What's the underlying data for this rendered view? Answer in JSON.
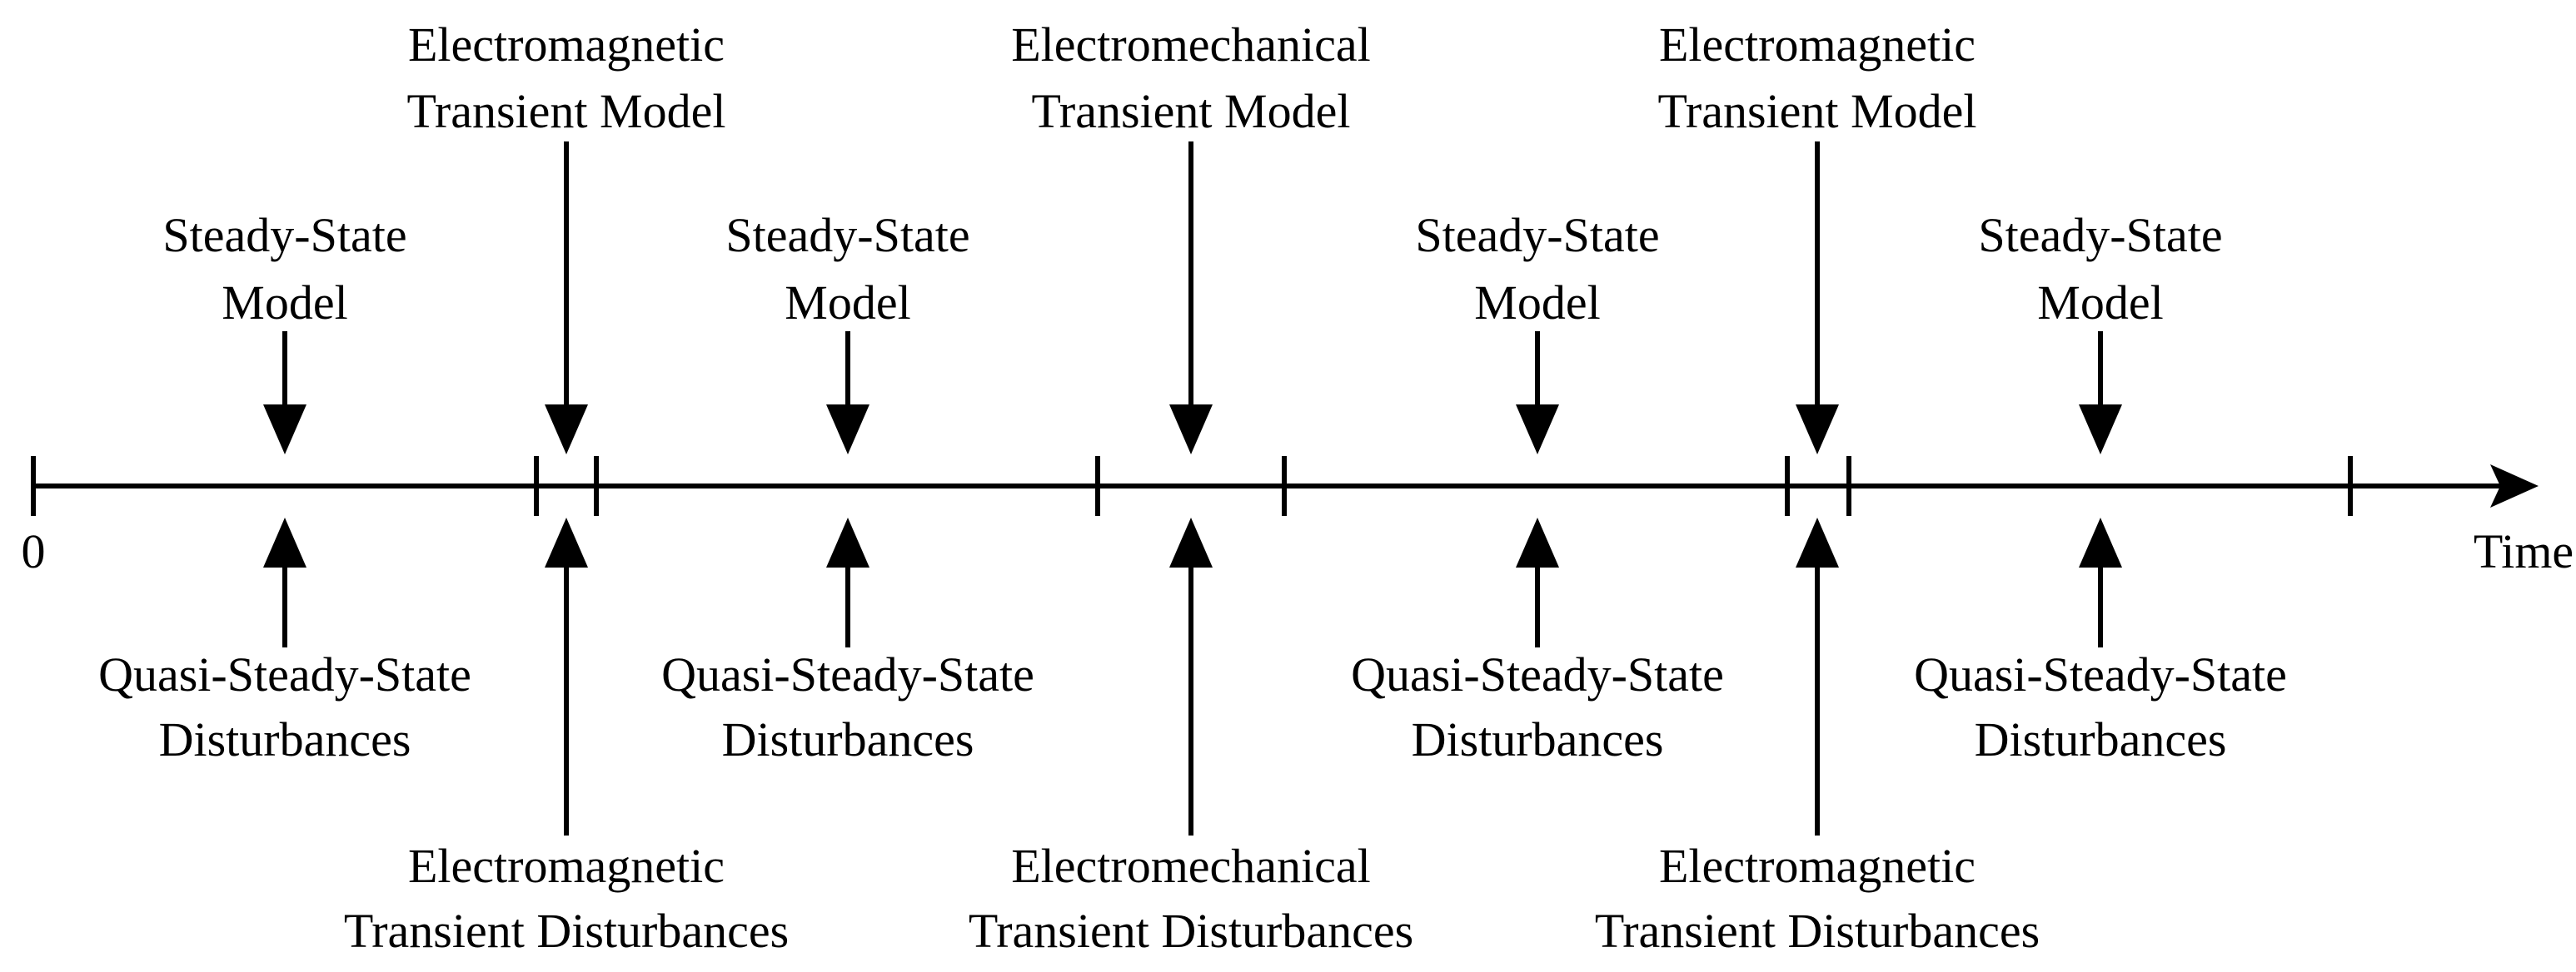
{
  "axis": {
    "origin_label": "0",
    "end_label": "Time"
  },
  "segments": [
    {
      "model": [
        "Steady-State",
        "Model"
      ],
      "disturbance": [
        "Quasi-Steady-State",
        "Disturbances"
      ]
    },
    {
      "model": [
        "Electromagnetic",
        "Transient Model"
      ],
      "disturbance": [
        "Electromagnetic",
        "Transient Disturbances"
      ]
    },
    {
      "model": [
        "Steady-State",
        "Model"
      ],
      "disturbance": [
        "Quasi-Steady-State",
        "Disturbances"
      ]
    },
    {
      "model": [
        "Electromechanical",
        "Transient Model"
      ],
      "disturbance": [
        "Electromechanical",
        "Transient Disturbances"
      ]
    },
    {
      "model": [
        "Steady-State",
        "Model"
      ],
      "disturbance": [
        "Quasi-Steady-State",
        "Disturbances"
      ]
    },
    {
      "model": [
        "Electromagnetic",
        "Transient Model"
      ],
      "disturbance": [
        "Electromagnetic",
        "Transient Disturbances"
      ]
    },
    {
      "model": [
        "Steady-State",
        "Model"
      ],
      "disturbance": [
        "Quasi-Steady-State",
        "Disturbances"
      ]
    }
  ]
}
